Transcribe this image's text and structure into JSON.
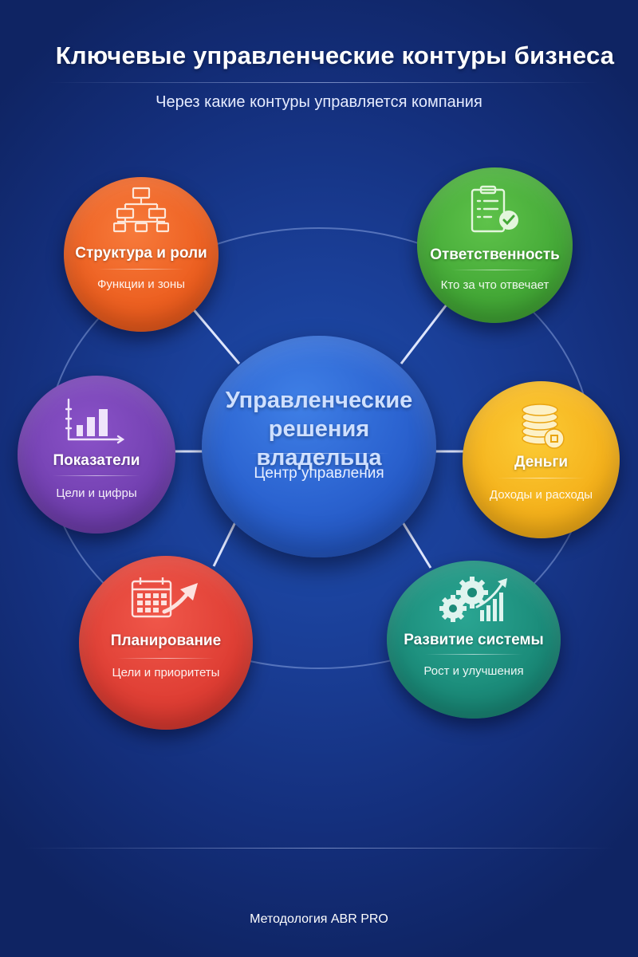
{
  "header": {
    "title": "Ключевые управленческие контуры бизнеса",
    "subtitle": "Через какие контуры управляется компания"
  },
  "center": {
    "title_line1": "Управленческие",
    "title_line2": "решения владельца",
    "subtitle": "Центр управления"
  },
  "nodes": {
    "structure": {
      "label": "Структура и роли",
      "sublabel": "Функции и зоны",
      "icon": "org-chart-icon",
      "color": "#ec5e1f"
    },
    "responsibility": {
      "label": "Ответственность",
      "sublabel": "Кто за что отвечает",
      "icon": "checklist-icon",
      "color": "#43a836"
    },
    "metrics": {
      "label": "Показатели",
      "sublabel": "Цели и цифры",
      "icon": "bar-chart-icon",
      "color": "#7240b0"
    },
    "money": {
      "label": "Деньги",
      "sublabel": "Доходы и расходы",
      "icon": "coins-icon",
      "color": "#f4b01a"
    },
    "planning": {
      "label": "Планирование",
      "sublabel": "Цели и приоритеты",
      "icon": "calendar-arrow-icon",
      "color": "#de3d33"
    },
    "development": {
      "label": "Развитие системы",
      "sublabel": "Рост и улучшения",
      "icon": "gears-growth-icon",
      "color": "#1a8a78"
    }
  },
  "footer": {
    "text": "Методология ABR PRO"
  }
}
